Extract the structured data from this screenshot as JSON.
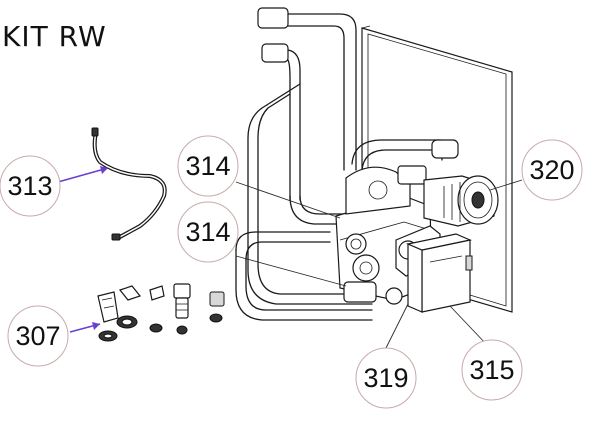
{
  "title": "KIT RW",
  "callouts": [
    {
      "id": "313",
      "label": "313"
    },
    {
      "id": "314a",
      "label": "314"
    },
    {
      "id": "314b",
      "label": "314"
    },
    {
      "id": "320",
      "label": "320"
    },
    {
      "id": "307",
      "label": "307"
    },
    {
      "id": "319",
      "label": "319"
    },
    {
      "id": "315",
      "label": "315"
    }
  ],
  "colors": {
    "callout_border": "#c9a9a9",
    "leader_accent": "#6a3fd0",
    "ink": "#1a1a1a"
  }
}
